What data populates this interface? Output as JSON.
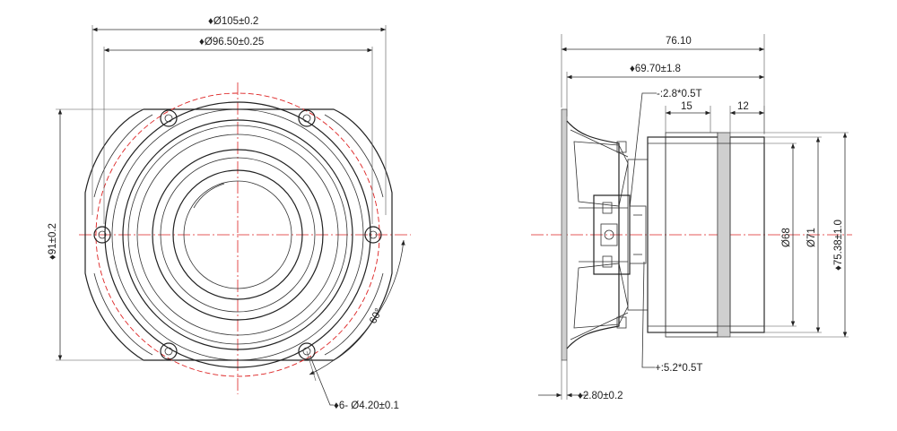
{
  "front_view": {
    "dim_outer_diameter": "♦Ø105±0.2",
    "dim_mount_circle": "♦Ø96.50±0.25",
    "dim_height": "♦91±0.2",
    "dim_angle": "60°",
    "dim_holes": "♦6- Ø4.20±0.1"
  },
  "side_view": {
    "dim_depth": "76.10",
    "dim_body_length": "♦69.70±1.8",
    "terminal_neg": "-:2.8*0.5T",
    "terminal_pos": "+:5.2*0.5T",
    "dim_15": "15",
    "dim_12": "12",
    "dim_d68": "Ø68",
    "dim_d71": "Ø71",
    "dim_d75": "♦75.38±1.0",
    "dim_flange": "♦2.80±0.2"
  },
  "colors": {
    "centerline": "#d22222",
    "line": "#222222"
  }
}
